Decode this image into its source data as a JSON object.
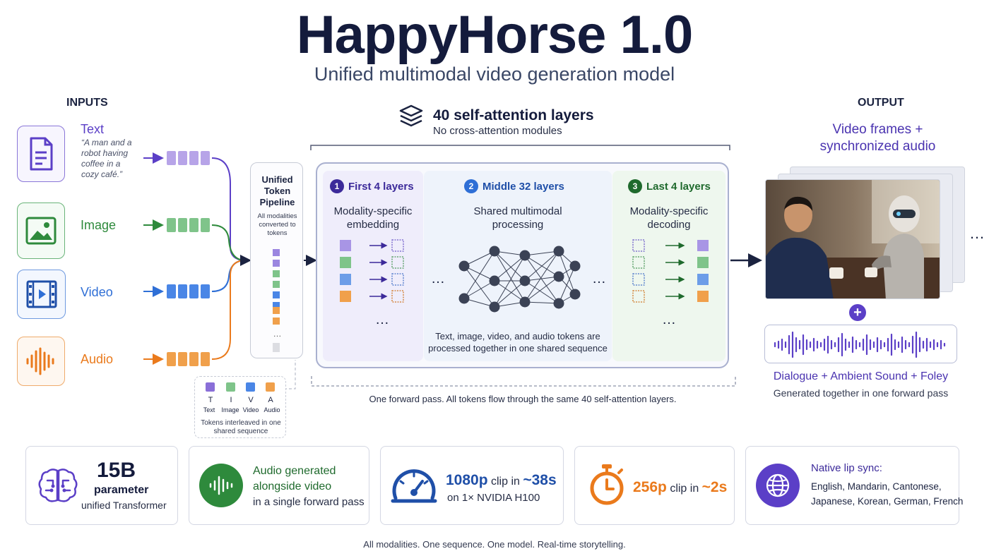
{
  "title": "HappyHorse 1.0",
  "subtitle": "Unified multimodal video generation model",
  "inputs": {
    "heading": "INPUTS",
    "text": {
      "label": "Text",
      "quote": "“A man and a robot having coffee in a cozy café.”"
    },
    "image": {
      "label": "Image"
    },
    "video": {
      "label": "Video"
    },
    "audio": {
      "label": "Audio"
    }
  },
  "pipeline": {
    "title": "Unified Token Pipeline",
    "subtitle": "All modalities converted to tokens",
    "dots": "…"
  },
  "legend": {
    "letters": [
      "T",
      "I",
      "V",
      "A"
    ],
    "names": [
      "Text",
      "Image",
      "Video",
      "Audio"
    ],
    "caption": "Tokens interleaved in one shared sequence"
  },
  "layers": {
    "title": "40 self-attention layers",
    "subtitle": "No cross-attention modules",
    "sections": [
      {
        "num": "1",
        "title": "First 4 layers",
        "subtitle": "Modality-specific embedding"
      },
      {
        "num": "2",
        "title": "Middle 32 layers",
        "subtitle": "Shared multimodal processing",
        "note": "Text, image, video, and audio tokens are processed together in one shared sequence"
      },
      {
        "num": "3",
        "title": "Last 4 layers",
        "subtitle": "Modality-specific decoding"
      }
    ],
    "dots": "…",
    "forward_note": "One forward pass. All tokens flow through the same 40 self-attention layers."
  },
  "output": {
    "heading": "OUTPUT",
    "title": "Video frames + synchronized audio",
    "frames_dots": "…",
    "plus": "+",
    "audio_title": "Dialogue + Ambient Sound + Foley",
    "audio_sub": "Generated together in one forward pass"
  },
  "cards": [
    {
      "big": "15B",
      "line1": "parameter",
      "line2": "unified Transformer"
    },
    {
      "line1": "Audio generated",
      "line2": "alongside video",
      "line3": "in a single forward pass"
    },
    {
      "big": "1080p",
      "mid": " clip in ",
      "big2": "~38s",
      "line2": "on 1× NVIDIA H100"
    },
    {
      "big": "256p",
      "mid": " clip in ",
      "big2": "~2s"
    },
    {
      "line1": "Native lip sync:",
      "line2": "English, Mandarin, Cantonese,",
      "line3": "Japanese, Korean, German, French"
    }
  ],
  "footer": "All modalities. One sequence. One model. Real-time storytelling.",
  "colors": {
    "text": "#5b3fc7",
    "image": "#2e8a3c",
    "video": "#2f6fd6",
    "audio": "#ea7a1c",
    "text_token": "#b7a4e8",
    "image_token": "#7fc48a",
    "video_token": "#4a86e6",
    "audio_token": "#f0a04b"
  }
}
